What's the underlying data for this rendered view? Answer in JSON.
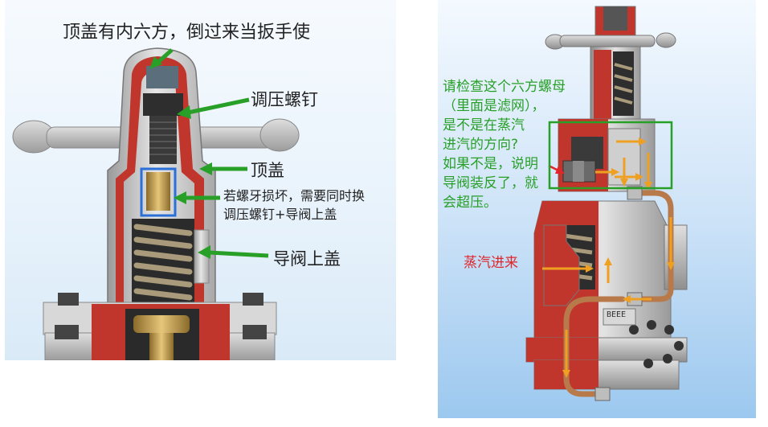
{
  "left": {
    "top_caption": "顶盖有内六方，倒过来当扳手使",
    "labels": {
      "adjust_screw": "调压螺钉",
      "top_cover": "顶盖",
      "thread_note_line1": "若螺牙损坏，需要同时换",
      "thread_note_line2": "调压螺钉+导阀上盖",
      "pilot_cover": "导阀上盖"
    }
  },
  "right": {
    "note_lines": [
      "请检查这个六方螺母",
      "（里面是滤网），",
      "是不是在蒸汽",
      "进汽的方向?",
      "如果不是，说明",
      "导阀装反了，就",
      "会超压。"
    ],
    "steam_inlet": "蒸汽进来",
    "nameplate": "BEEE"
  },
  "colors": {
    "annotation_green": "#28a028",
    "arrow_orange": "#f0a020",
    "red_text": "#e0262a",
    "cutaway_red": "#c0362c",
    "highlight_box_blue": "#2a70d8"
  }
}
